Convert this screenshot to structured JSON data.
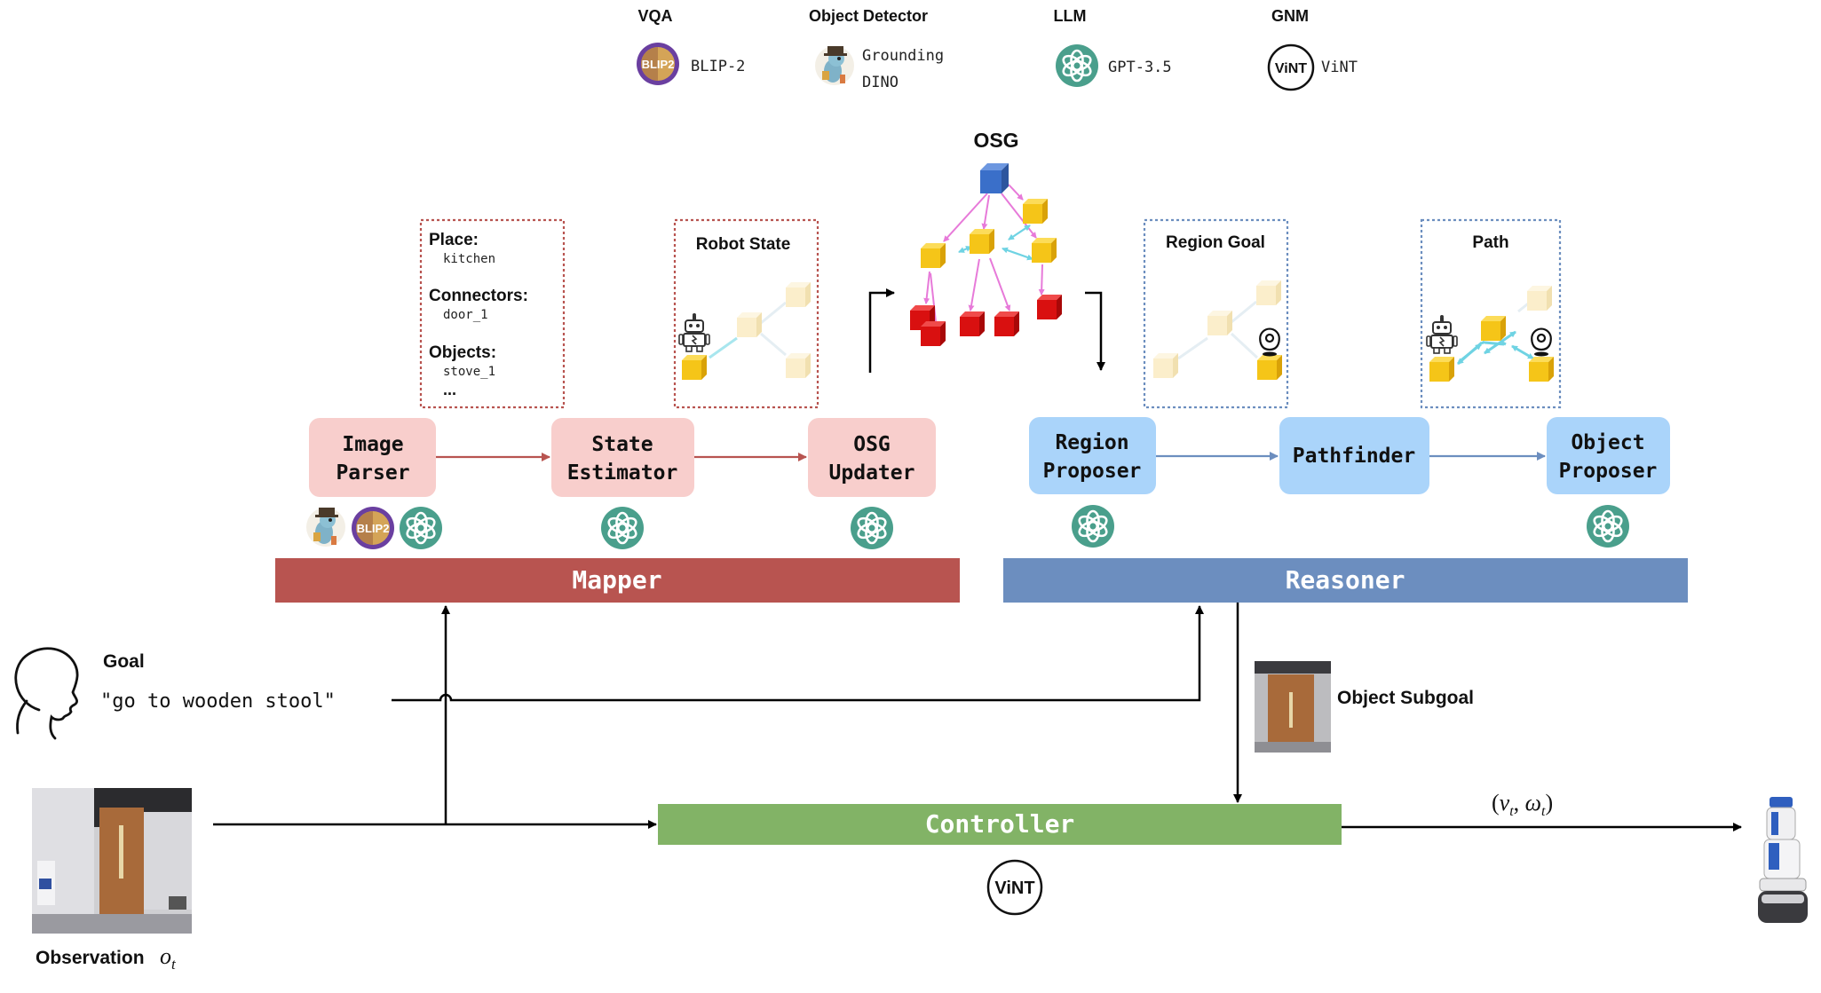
{
  "legend": [
    {
      "category": "VQA",
      "model": "BLIP-2",
      "icon": "blip2-logo-icon"
    },
    {
      "category": "Object Detector",
      "model": "Grounding DINO",
      "model_line1": "Grounding",
      "model_line2": "DINO",
      "icon": "grounding-dino-logo-icon"
    },
    {
      "category": "LLM",
      "model": "GPT-3.5",
      "icon": "openai-logo-icon"
    },
    {
      "category": "GNM",
      "model": "ViNT",
      "icon": "vint-logo-icon"
    }
  ],
  "logos": {
    "blip2_text": "BLIP2",
    "vint_text": "ViNT"
  },
  "osg": {
    "title": "OSG"
  },
  "panels": {
    "state": {
      "place_label": "Place:",
      "place_value": "kitchen",
      "connectors_label": "Connectors:",
      "connectors_value": "door_1",
      "objects_label": "Objects:",
      "objects_value": "stove_1",
      "ellipsis": "..."
    },
    "robot_state": {
      "title": "Robot State"
    },
    "region_goal": {
      "title": "Region Goal"
    },
    "path": {
      "title": "Path"
    }
  },
  "modules": {
    "image_parser": {
      "line1": "Image",
      "line2": "Parser"
    },
    "state_estimator": {
      "line1": "State",
      "line2": "Estimator"
    },
    "osg_updater": {
      "line1": "OSG",
      "line2": "Updater"
    },
    "region_proposer": {
      "line1": "Region",
      "line2": "Proposer"
    },
    "pathfinder": {
      "line1": "Pathfinder"
    },
    "object_proposer": {
      "line1": "Object",
      "line2": "Proposer"
    }
  },
  "bars": {
    "mapper": "Mapper",
    "reasoner": "Reasoner",
    "controller": "Controller"
  },
  "goal": {
    "label": "Goal",
    "text": "\"go to wooden stool\""
  },
  "subgoal": {
    "label": "Object Subgoal"
  },
  "observation": {
    "label": "Observation",
    "symbol": "o",
    "subscript": "t"
  },
  "action": {
    "open": "(",
    "v": "v",
    "t1": "t",
    "comma": ", ",
    "w": "ω",
    "t2": "t",
    "close": ")"
  },
  "colors": {
    "mapper_bar": "#b85450",
    "reasoner_bar": "#6c8ebf",
    "controller_bar": "#82b366",
    "mapper_module": "#f8cecc",
    "reasoner_module": "#aad4fa",
    "mapper_arrow": "#b85450",
    "reasoner_arrow": "#6c8ebf",
    "openai_green": "#4a9f8c",
    "node_blue": "#3a6fc9",
    "node_yellow": "#f5c518",
    "node_red": "#d91010",
    "node_pale": "#fbeecb",
    "edge_pink": "#e77ad9",
    "edge_cyan": "#6fd3e3"
  }
}
